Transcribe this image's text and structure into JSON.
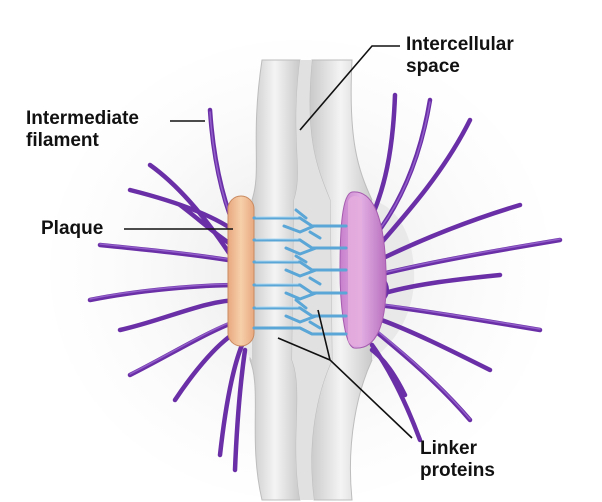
{
  "labels": {
    "intercellular_space": {
      "line1": "Intercellular",
      "line2": "space"
    },
    "intermediate_filament": {
      "line1": "Intermediate",
      "line2": "filament"
    },
    "plaque": {
      "text": "Plaque"
    },
    "linker_proteins": {
      "line1": "Linker",
      "line2": "proteins"
    }
  },
  "colors": {
    "filament": "#6a2fa6",
    "filament_highlight": "#9c6ad2",
    "plaque_left": "#f3c49b",
    "plaque_right": "#d699d8",
    "linker": "#5aa6d6",
    "membrane": "#d8d8d8",
    "cell_shade": "#efefef",
    "leader_line": "#111111"
  }
}
